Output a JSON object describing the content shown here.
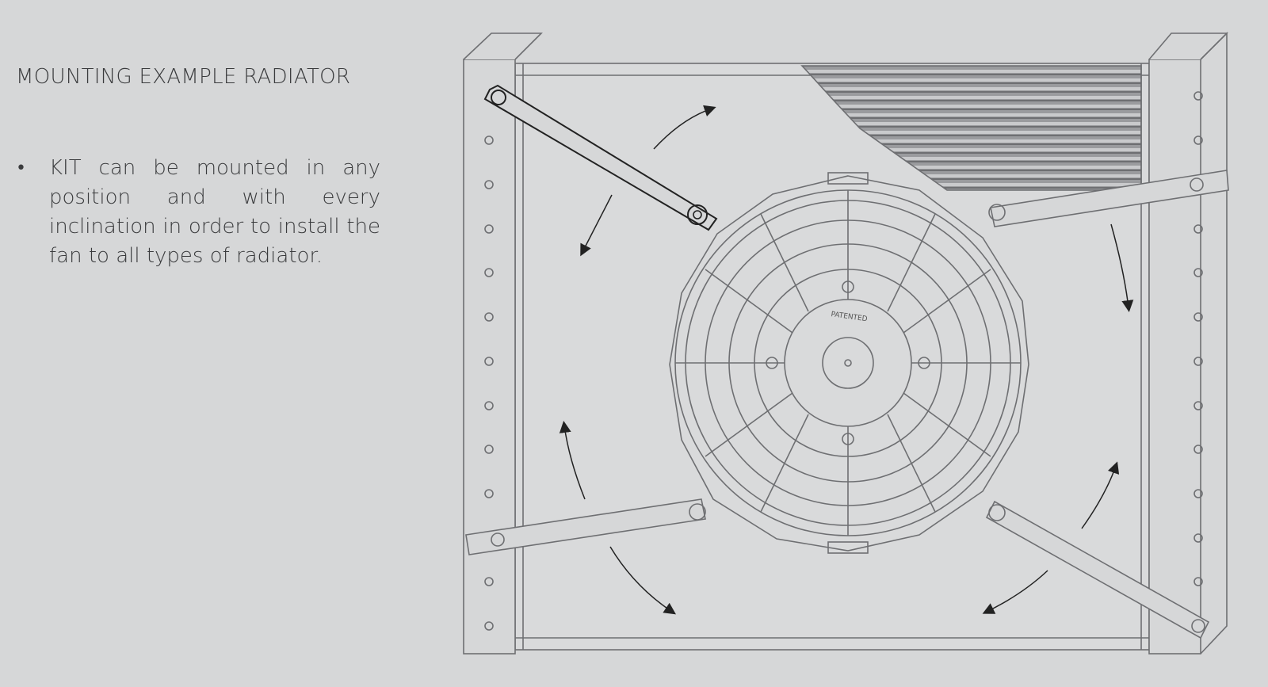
{
  "section": {
    "title": "MOUNTING EXAMPLE RADIATOR",
    "bullets": [
      "KIT can be mounted in any position and with every inclination in order to install the fan to all types of radiator."
    ]
  },
  "figure": {
    "fan_label": "PATENTED",
    "colors": {
      "line": "#6e6f72",
      "arrow": "#222222",
      "background": "#d6d7d8"
    },
    "icons": [
      "rotation-arrow-icon"
    ]
  }
}
